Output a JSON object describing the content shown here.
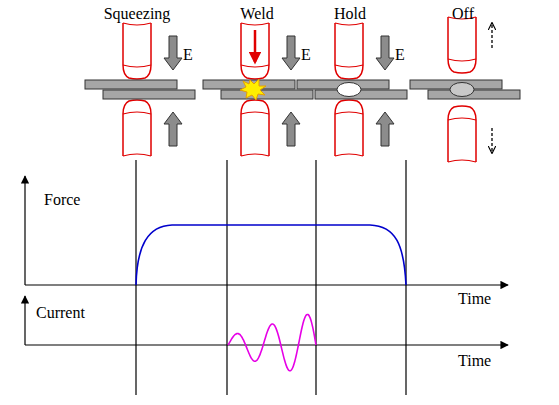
{
  "diagram": {
    "labels": [
      "Squeezing",
      "Weld",
      "Hold",
      "Off",
      "E",
      "E",
      "E",
      "Force",
      "Time",
      "Current",
      "Time"
    ]
  }
}
